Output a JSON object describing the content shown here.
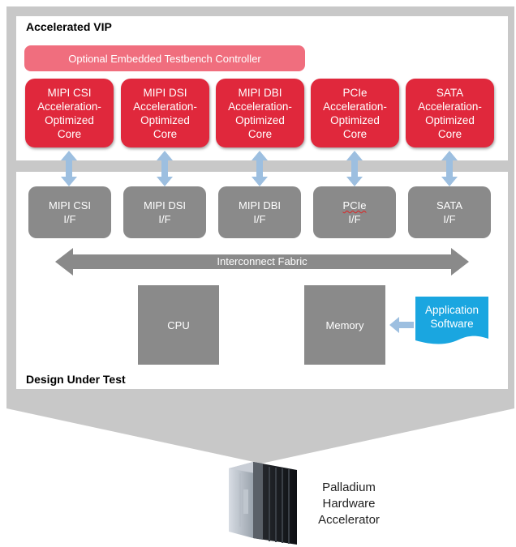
{
  "accelerated_vip": {
    "title": "Accelerated VIP",
    "testbench_controller": "Optional Embedded Testbench Controller",
    "cores": [
      {
        "lines": [
          "MIPI CSI",
          "Acceleration-",
          "Optimized",
          "Core"
        ]
      },
      {
        "lines": [
          "MIPI DSI",
          "Acceleration-",
          "Optimized",
          "Core"
        ]
      },
      {
        "lines": [
          "MIPI DBI",
          "Acceleration-",
          "Optimized",
          "Core"
        ]
      },
      {
        "lines": [
          "PCIe",
          "Acceleration-",
          "Optimized",
          "Core"
        ]
      },
      {
        "lines": [
          "SATA",
          "Acceleration-",
          "Optimized",
          "Core"
        ]
      }
    ]
  },
  "design_under_test": {
    "title": "Design Under Test",
    "interfaces": [
      {
        "lines": [
          "MIPI CSI",
          "I/F"
        ]
      },
      {
        "lines": [
          "MIPI DSI",
          "I/F"
        ]
      },
      {
        "lines": [
          "MIPI DBI",
          "I/F"
        ]
      },
      {
        "lines": [
          "PCIe",
          "I/F"
        ]
      },
      {
        "lines": [
          "SATA",
          "I/F"
        ]
      }
    ],
    "interconnect": "Interconnect Fabric",
    "cpu": "CPU",
    "memory": "Memory",
    "application_software": [
      "Application",
      "Software"
    ]
  },
  "hardware": {
    "label_lines": [
      "Palladium",
      "Hardware",
      "Accelerator"
    ]
  },
  "colors": {
    "frame": "#c8c8c8",
    "core": "#e0283c",
    "testbench": "#f06e7e",
    "block": "#8a8a8a",
    "arrow": "#9dbfe0",
    "software": "#1aa6e0"
  }
}
